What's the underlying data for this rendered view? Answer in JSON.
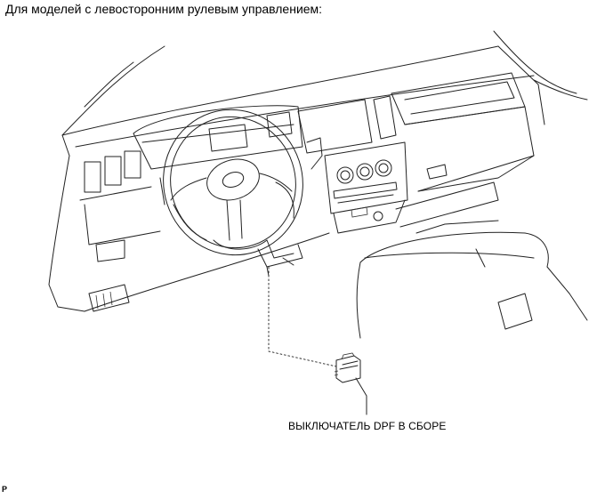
{
  "header": {
    "caption": "Для моделей с левосторонним рулевым управлением:"
  },
  "callout": {
    "part_label": "ВЫКЛЮЧАТЕЛЬ DPF В СБОРЕ"
  },
  "footer": {
    "corner_mark": "P"
  }
}
